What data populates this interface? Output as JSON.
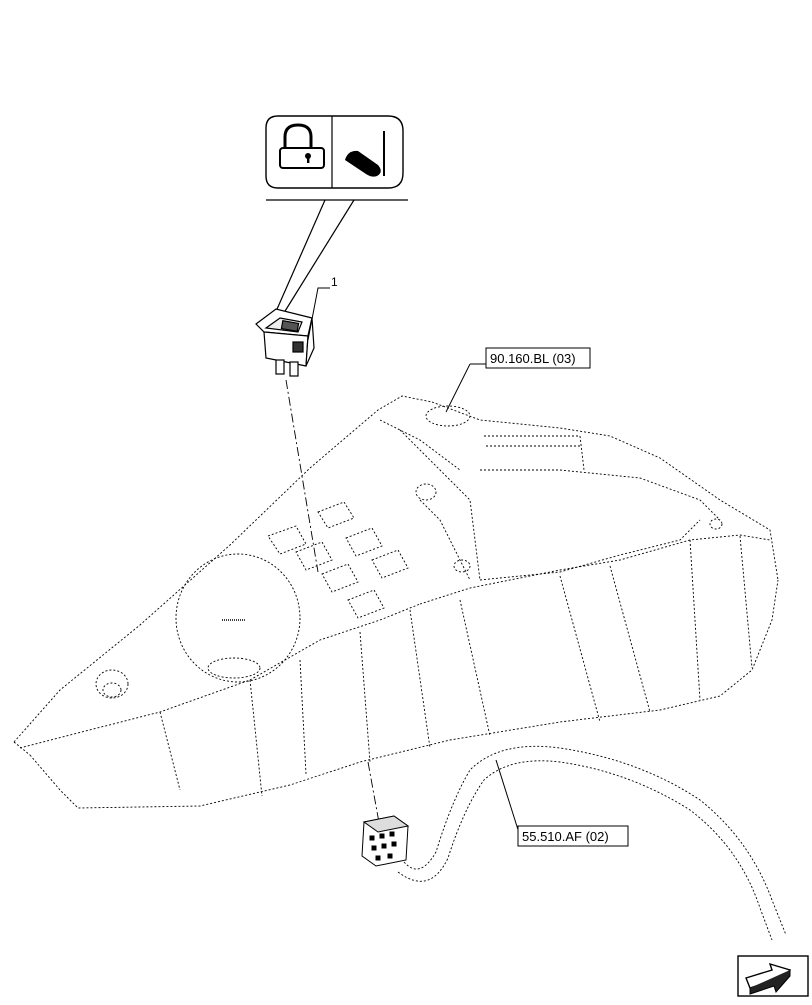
{
  "callouts": {
    "item_number": "1",
    "ref_top": "90.160.BL (03)",
    "ref_bottom": "55.510.AF (02)"
  },
  "symbol_panel": {
    "left_icon": "padlock-icon",
    "right_icon": "wedge-throttle-icon"
  },
  "navigation": {
    "icon": "next-page-arrow-icon"
  }
}
